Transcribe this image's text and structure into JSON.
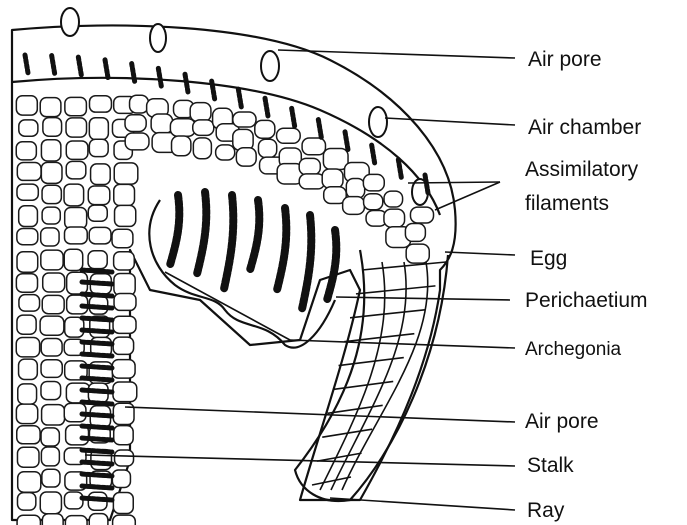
{
  "labels": {
    "air_pore_top": "Air pore",
    "air_chamber": "Air chamber",
    "assimilatory_line1": "Assimilatory",
    "assimilatory_line2": "filaments",
    "egg": "Egg",
    "perichaetium": "Perichaetium",
    "archegonia": "Archegonia",
    "air_pore_bottom": "Air pore",
    "stalk": "Stalk",
    "ray": "Ray"
  }
}
